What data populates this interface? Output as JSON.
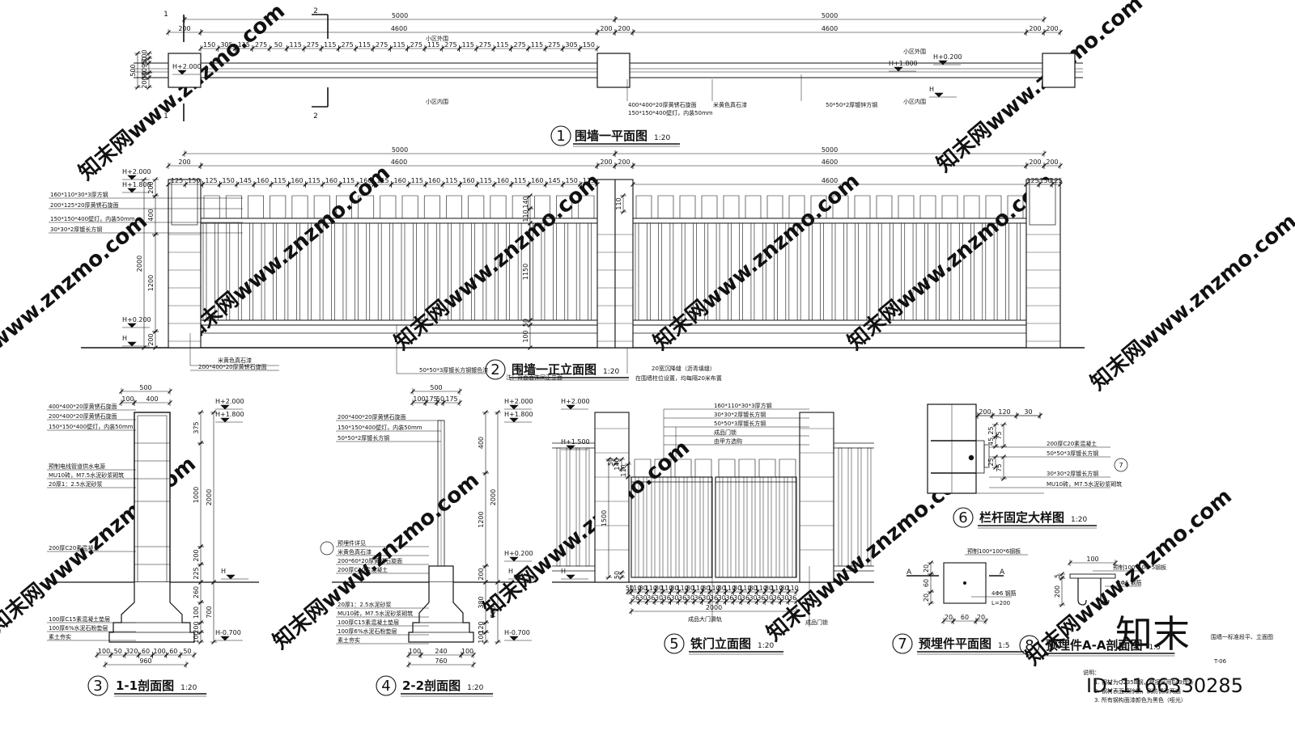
{
  "drawings": {
    "d1": {
      "num": "1",
      "title": "围墙一平面图",
      "scale": "1:20"
    },
    "d2": {
      "num": "2",
      "title": "围墙一正立面图",
      "scale": "1:20"
    },
    "d3": {
      "num": "3",
      "title": "1-1剖面图",
      "scale": "1:20"
    },
    "d4": {
      "num": "4",
      "title": "2-2剖面图",
      "scale": "1:20"
    },
    "d5": {
      "num": "5",
      "title": "铁门立面图",
      "scale": "1:20"
    },
    "d6": {
      "num": "6",
      "title": "栏杆固定大样图",
      "scale": "1:20"
    },
    "d7": {
      "num": "7",
      "title": "预埋件平面图",
      "scale": "1:5"
    },
    "d8": {
      "num": "8",
      "title": "预埋件A-A剖面图",
      "scale": "1:5"
    }
  },
  "plan": {
    "total_left": "5000",
    "total_right": "5000",
    "inner_left": "4600",
    "inner_right": "4600",
    "pier": "200",
    "segments": [
      "150",
      "305",
      "115",
      "275",
      "50",
      "115",
      "275",
      "115",
      "275",
      "115",
      "275",
      "115",
      "275",
      "115",
      "275",
      "115",
      "275",
      "115",
      "275",
      "115",
      "275",
      "305",
      "150"
    ],
    "level_pier": "H+2.000",
    "level_top": "H+1.800",
    "level_mid": "H+0.200",
    "level_base": "H",
    "outside": "小区外围",
    "inside": "小区内围",
    "section1": "1",
    "section2": "2",
    "callouts": [
      "400*400*20厚黄锈石旋面",
      "150*150*400壁灯，内装50mm",
      "米黄色真石漆",
      "50*50*2厚镀锌方钢"
    ],
    "vdims": [
      "100",
      "50",
      "8095",
      "50",
      "200",
      "500"
    ]
  },
  "elevation": {
    "total_left": "5000",
    "total_right": "5000",
    "inner_left": "4600",
    "inner_right": "4600",
    "pier": "200",
    "top_dims": [
      "125",
      "150",
      "125",
      "150",
      "145",
      "160",
      "115",
      "160",
      "115",
      "160",
      "115",
      "160",
      "115",
      "160",
      "115",
      "160",
      "115",
      "160",
      "115",
      "160",
      "115",
      "160",
      "145",
      "150",
      "125"
    ],
    "levels": {
      "top": "H+2.000",
      "rail": "H+1.800",
      "base": "H+0.200",
      "ground": "H"
    },
    "vdims": [
      "200",
      "400",
      "2000",
      "1200",
      "200"
    ],
    "rdims": [
      "140",
      "110",
      "1150",
      "50",
      "100"
    ],
    "callouts": [
      "160*110*30*3厚方钢",
      "200*125*20厚黄锈石旋面",
      "150*150*400壁灯，内装50mm",
      "30*30*2厚镀长方钢"
    ],
    "bottom_callouts": [
      "米黄色真石漆",
      "200*400*20厚黄锈石旋面",
      "50*50*3厚镀长方钢镀色漆",
      "20宽沉降缝（沥青填缝）",
      "注：背面面饰同正立面"
    ],
    "note2": "在围墙柱位设置，均每隔20米布置"
  },
  "sec11": {
    "top_dims": [
      "500",
      "100",
      "400"
    ],
    "bottom_dims": [
      "100",
      "50",
      "320",
      "60",
      "100",
      "60",
      "50",
      "960",
      "100"
    ],
    "levels": [
      "H+2.000",
      "H+1.800",
      "H",
      "H-0.700"
    ],
    "vdims": [
      "375",
      "2000",
      "1000",
      "200",
      "225",
      "260",
      "700",
      "100",
      "200",
      "100"
    ],
    "callouts": [
      "400*400*20厚黄锈石旋面",
      "200*400*20厚黄锈石旋面",
      "150*150*400壁灯，内装50mm",
      "预制电线管道供水电源",
      "MU10砖，M7.5水泥砂浆砌筑",
      "20厚1：2.5水泥砂浆",
      "200厚C20素混凝土",
      "100厚C15素混凝土垫层",
      "100厚6%水泥石粉垫层",
      "素土夯实"
    ]
  },
  "sec22": {
    "top_dims": [
      "500",
      "100",
      "175",
      "50",
      "175"
    ],
    "bottom_dims": [
      "100",
      "240",
      "100",
      "760"
    ],
    "levels": [
      "H+2.000",
      "H+1.800",
      "H+0.200",
      "H",
      "H-0.700"
    ],
    "vdims": [
      "400",
      "2000",
      "1200",
      "200",
      "380",
      "700",
      "120",
      "100"
    ],
    "callouts": [
      "200*400*20厚黄锈石旋面",
      "150*150*400壁灯，内装50mm",
      "50*50*2厚镀长方钢",
      "预埋件详见",
      "米黄色真石漆",
      "200*60*20厚黄锈石旋面",
      "200厚C20素混凝土",
      "20厚1：2.5水泥砂浆",
      "MU10砖，M7.5水泥砂浆砌筑",
      "100厚C15素混凝土垫层",
      "100厚6%水泥石粉垫层",
      "素土夯实"
    ]
  },
  "gate": {
    "levels": [
      "H+2.000",
      "H+1.500",
      "H"
    ],
    "vdims": [
      "140",
      "50",
      "110",
      "1500",
      "50"
    ],
    "width": "2000",
    "edge": "50",
    "pickets_top": [
      "110",
      "80",
      "110",
      "80",
      "110",
      "80",
      "110",
      "80",
      "110",
      "80",
      "110",
      "80",
      "110",
      "80",
      "110",
      "80",
      "110",
      "80",
      "110",
      "80",
      "110"
    ],
    "pickets_bot": [
      "36",
      "30",
      "36",
      "30",
      "36",
      "30",
      "36",
      "30",
      "36",
      "30",
      "36",
      "30",
      "36",
      "30",
      "36",
      "30",
      "36",
      "30",
      "36",
      "30",
      "36"
    ],
    "callouts": [
      "160*110*30*3厚方钢",
      "30*30*2厚镀长方钢",
      "50*50*3厚镀长方钢",
      "成品门锁",
      "由甲方选购"
    ],
    "bottom_callouts": [
      "成品大门滑轨",
      "成品门锁"
    ]
  },
  "detail6": {
    "dims": [
      "200",
      "120",
      "30",
      "25",
      "75",
      "45",
      "25",
      "50",
      "75",
      "25"
    ],
    "callouts": [
      "200厚C20素混凝土",
      "50*50*3厚镀长方钢",
      "30*30*2厚镀长方钢",
      "MU10砖，M7.5水泥砂浆砌筑"
    ],
    "ref": "7"
  },
  "detail7": {
    "label_a": "A",
    "dims": [
      "60",
      "20",
      "20",
      "20",
      "60",
      "20"
    ],
    "callouts": [
      "预制100*100*6钢板",
      "4Φ6 钢筋",
      "L=200"
    ]
  },
  "detail8": {
    "dims": [
      "100",
      "5",
      "200"
    ],
    "callouts": [
      "预制100*100*5钢板",
      "2Φ6 钢筋"
    ]
  },
  "notes": {
    "title": "说明：",
    "lines": [
      "1. 钢材为Q235B钢，焊接采用E43焊条",
      "2. 钢材表面须除锈，刷防锈漆两遍",
      "3. 所有钢构面漆颜色为黑色（哑光）"
    ],
    "sheet_ref": "围墙一标准段平、立面图",
    "sheet_no": "T-06"
  },
  "watermark": {
    "text": "知末网www.znzmo.com",
    "logo": "知末",
    "id": "ID: 1166330285"
  }
}
